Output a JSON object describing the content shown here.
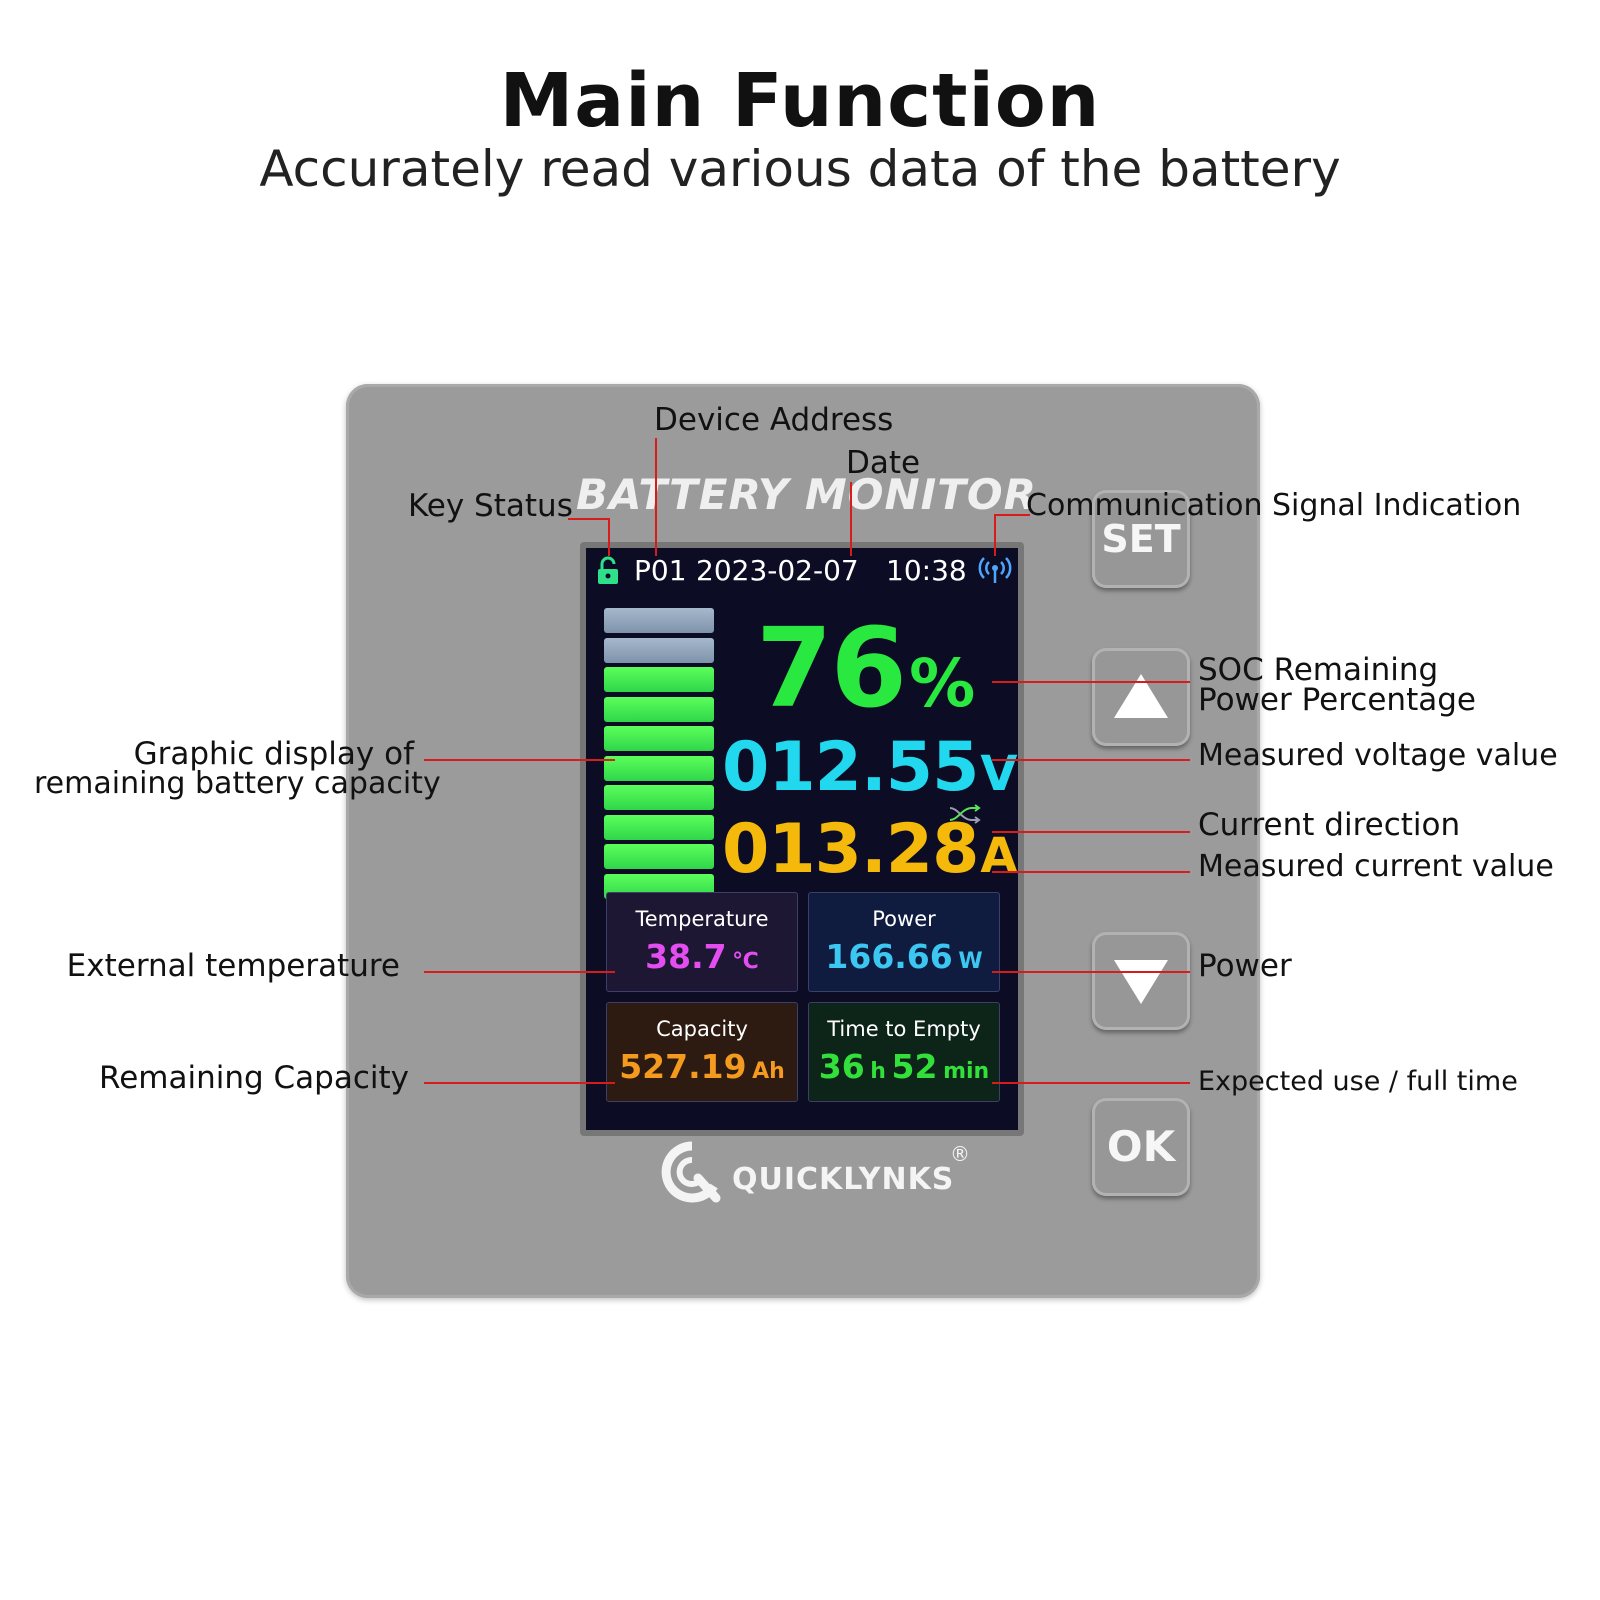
{
  "header": {
    "title": "Main Function",
    "subtitle": "Accurately read various data of the battery"
  },
  "device": {
    "brand_title": "BATTERY MONITOR",
    "logo_text": "QUICKLYNKS",
    "logo_mark": "®",
    "buttons": {
      "set": "SET",
      "up_icon": "triangle-up-icon",
      "down_icon": "triangle-down-icon",
      "ok": "OK"
    }
  },
  "screen": {
    "status": {
      "lock_icon": "unlock-icon",
      "address": "P01",
      "date": "2023-02-07",
      "time": "10:38",
      "signal_icon": "signal-icon"
    },
    "battery_bars": {
      "total": 10,
      "filled": 8
    },
    "soc": {
      "value": "76",
      "unit": "%"
    },
    "voltage": {
      "value": "012.55",
      "unit": "V"
    },
    "current": {
      "value": "013.28",
      "unit": "A",
      "direction_icon": "shuffle-icon"
    },
    "cards": {
      "temperature": {
        "label": "Temperature",
        "value": "38.7",
        "unit": "℃"
      },
      "power": {
        "label": "Power",
        "value": "166.66",
        "unit": "W"
      },
      "capacity": {
        "label": "Capacity",
        "value": "527.19",
        "unit": "Ah"
      },
      "time_to_empty": {
        "label": "Time to Empty",
        "hours": "36",
        "h_unit": "h",
        "minutes": "52",
        "m_unit": "min"
      }
    }
  },
  "annotations": {
    "device_address": "Device Address",
    "date": "Date",
    "key_status": "Key Status",
    "comm_signal": "Communication Signal Indication",
    "soc_line1": "SOC Remaining",
    "soc_line2": "Power Percentage",
    "graphic_line1": "Graphic display of",
    "graphic_line2": "remaining battery capacity",
    "voltage": "Measured voltage value",
    "current_direction": "Current direction",
    "current_value": "Measured current value",
    "external_temp": "External temperature",
    "power": "Power",
    "remaining_capacity": "Remaining Capacity",
    "expected_time": "Expected use / full time"
  },
  "colors": {
    "soc": "#29e83f",
    "voltage": "#22d8ee",
    "current": "#f5b90c",
    "temperature": "#e44ef0",
    "power": "#3cc7f2",
    "capacity": "#f39a1f",
    "time": "#33e03b",
    "leader_line": "#d81b1b"
  }
}
